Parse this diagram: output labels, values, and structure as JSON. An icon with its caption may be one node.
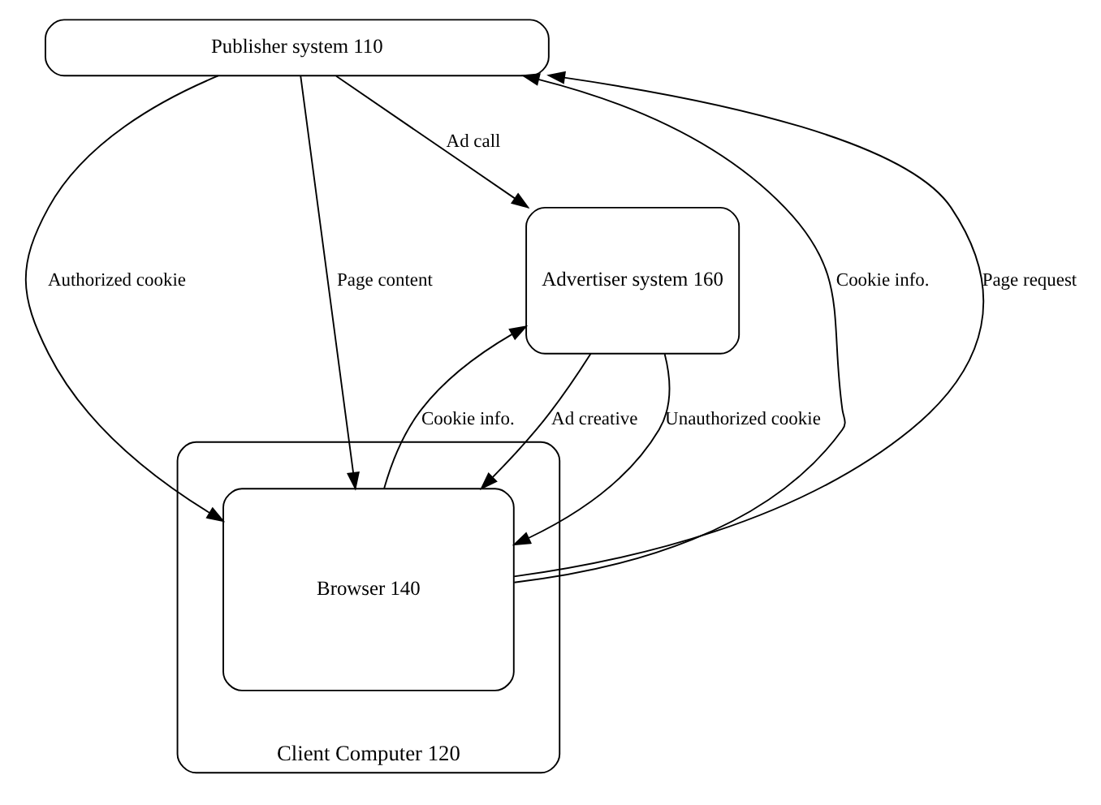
{
  "diagram": {
    "nodes": [
      {
        "text": [
          "Publisher system 110"
        ]
      },
      {
        "text": [
          "Client Computer 120"
        ]
      },
      {
        "text": [
          "Browser 140"
        ],
        "in": 1
      },
      {
        "text": [
          "Advertiser system 160"
        ]
      }
    ],
    "edges": [
      {
        "from": 0,
        "to": 3,
        "arrow": "to",
        "label": "Ad call"
      },
      {
        "from": 0,
        "to": 2,
        "arrow": "to",
        "label": "Authorized cookie"
      },
      {
        "from": 2,
        "to": 0,
        "arrow": "to",
        "label": "Cookie info."
      },
      {
        "from": 2,
        "to": 0,
        "arrow": "to",
        "label": "Page request"
      },
      {
        "from": 0,
        "to": 2,
        "arrow": "to",
        "label": "Page content"
      },
      {
        "from": 3,
        "to": 2,
        "arrow": "to",
        "label": "Ad creative"
      },
      {
        "from": 3,
        "to": 2,
        "arrow": "to",
        "label": "Unauthorized cookie"
      },
      {
        "from": 2,
        "to": 3,
        "arrow": "to",
        "label": "Cookie info."
      }
    ]
  }
}
